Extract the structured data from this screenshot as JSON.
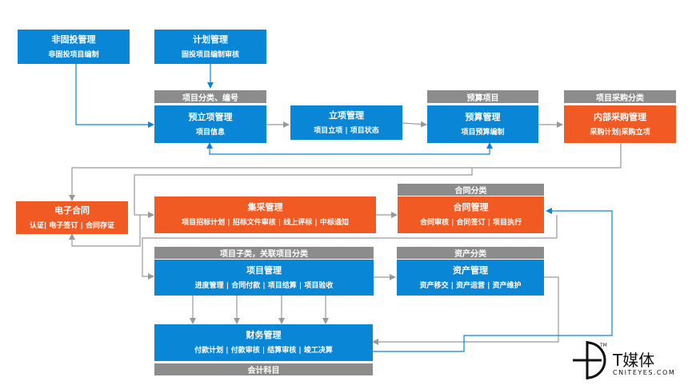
{
  "nodes": {
    "non_fixed": {
      "title": "非固投管理",
      "sub": "非固投项目编制"
    },
    "plan": {
      "title": "计划管理",
      "sub": "固投项目编制审核"
    },
    "pre_project": {
      "title": "预立项管理",
      "sub": "项目信息"
    },
    "project_setup": {
      "title": "立项管理",
      "sub": "项目立项 | 项目状态"
    },
    "budget": {
      "title": "预算管理",
      "sub": "项目预算编制"
    },
    "internal_purchase": {
      "title": "内部采购管理",
      "sub": "采购计划|采购立项"
    },
    "e_contract": {
      "title": "电子合同",
      "sub": "认证| 电子签订 | 合同存证"
    },
    "central_purchase": {
      "title": "集采管理",
      "sub": "项目招标计划 | 招标文件审核 | 线上评标 | 中标通知"
    },
    "contract": {
      "title": "合同管理",
      "sub": "合同审核 | 合同签订 | 项目执行"
    },
    "project_mgmt": {
      "title": "项目管理",
      "sub": "进度管理 | 合同付款 | 项目结算 | 项目验收"
    },
    "asset": {
      "title": "资产管理",
      "sub": "资产移交 | 资产运营 | 资产维护"
    },
    "finance": {
      "title": "财务管理",
      "sub": "付款计划 | 付款审核 | 结算审核 | 竣工决算"
    }
  },
  "labels": {
    "project_category": "项目分类、编号",
    "budget_item": "预算项目",
    "purchase_category": "项目采购分类",
    "contract_category": "合同分类",
    "project_subcategory": "项目子类，关联项目分类",
    "asset_category": "资产分类",
    "accounting_subject": "会计科目"
  },
  "logo": {
    "name": "T媒体",
    "domain": "CNITEYES.COM",
    "tm": "TM"
  },
  "colors": {
    "blue": "#0a86d6",
    "orange": "#f15a22",
    "grey": "#8c8c8c",
    "line_blue": "#0a86d6",
    "line_grey": "#999999"
  }
}
